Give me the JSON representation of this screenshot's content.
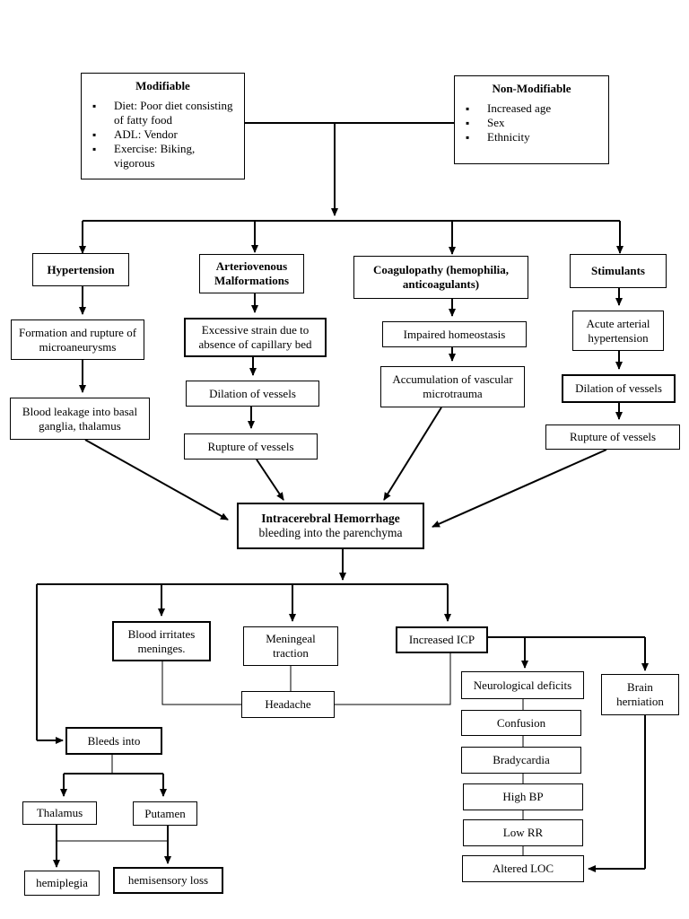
{
  "risk_factors": {
    "modifiable": {
      "title": "Modifiable",
      "items": [
        "Diet: Poor diet consisting of fatty food",
        "ADL: Vendor",
        "Exercise: Biking, vigorous"
      ]
    },
    "non_modifiable": {
      "title": "Non-Modifiable",
      "items": [
        "Increased age",
        "Sex",
        "Ethnicity"
      ]
    }
  },
  "causes": {
    "hypertension": {
      "title": "Hypertension",
      "steps": [
        "Formation and rupture of microaneurysms",
        "Blood leakage into basal ganglia, thalamus"
      ]
    },
    "avm": {
      "title": "Arteriovenous Malformations",
      "steps": [
        "Excessive strain due to absence of capillary bed",
        "Dilation of vessels",
        "Rupture of vessels"
      ]
    },
    "coagulopathy": {
      "title": "Coagulopathy (hemophilia, anticoagulants)",
      "steps": [
        "Impaired homeostasis",
        "Accumulation of vascular microtrauma"
      ]
    },
    "stimulants": {
      "title": "Stimulants",
      "steps": [
        "Acute arterial hypertension",
        "Dilation of vessels",
        "Rupture of vessels"
      ]
    }
  },
  "ich": {
    "title": "Intracerebral Hemorrhage",
    "subtitle": "bleeding into the parenchyma"
  },
  "effects": {
    "blood_irritates": "Blood irritates meninges.",
    "meningeal_traction": "Meningeal traction",
    "increased_icp": "Increased ICP",
    "headache": "Headache",
    "bleeds_into": "Bleeds into",
    "thalamus": "Thalamus",
    "putamen": "Putamen",
    "hemiplegia": "hemiplegia",
    "hemisensory_loss": "hemisensory loss",
    "neurological_deficits": "Neurological deficits",
    "confusion": "Confusion",
    "bradycardia": "Bradycardia",
    "high_bp": "High BP",
    "low_rr": "Low RR",
    "altered_loc": "Altered LOC",
    "brain_herniation": "Brain herniation"
  }
}
